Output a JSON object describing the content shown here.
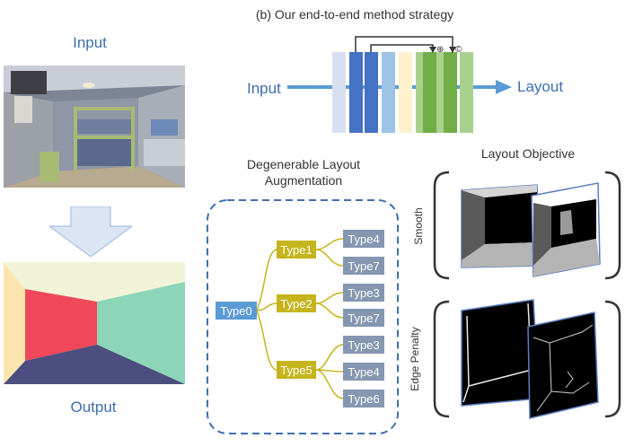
{
  "title": "(b) Our end-to-end method strategy",
  "input_label": "Input",
  "output_label": "Output",
  "pipeline": {
    "input": "Input",
    "output": "Layout",
    "plus_symbol": "⊕",
    "concat_symbol": "©"
  },
  "augmentation": {
    "title_line1": "Degenerable Layout",
    "title_line2": "Augmentation",
    "root": "Type0",
    "branches": [
      {
        "label": "Type1",
        "children": [
          "Type4",
          "Type7"
        ]
      },
      {
        "label": "Type2",
        "children": [
          "Type3",
          "Type7"
        ]
      },
      {
        "label": "Type5",
        "children": [
          "Type3",
          "Type4",
          "Type6"
        ]
      }
    ]
  },
  "objective": {
    "title": "Layout Objective",
    "smooth_label": "Smooth",
    "edge_label": "Edge Penalty"
  },
  "colors": {
    "accent_blue": "#3f6fae",
    "root_node": "#5b9bd5",
    "branch_node": "#c5b41c",
    "leaf_node": "#8496b0",
    "arrow": "#5b9bd5"
  }
}
